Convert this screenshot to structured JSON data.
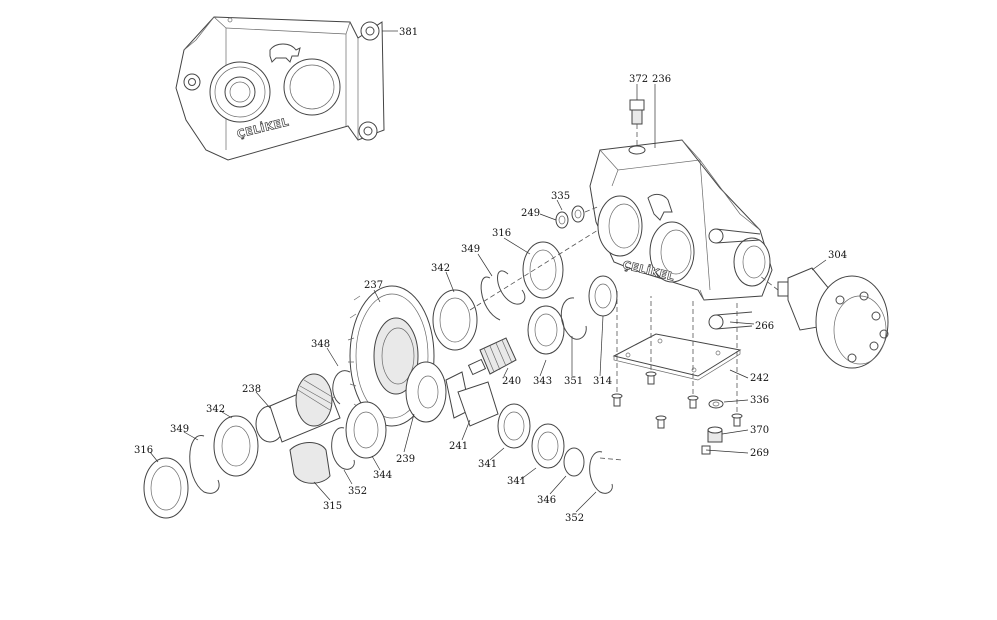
{
  "diagram": {
    "type": "exploded-assembly-view",
    "brand_mark": "ÇELİKEL",
    "part_labels": [
      "381",
      "372",
      "236",
      "335",
      "249",
      "316",
      "349",
      "342",
      "237",
      "348",
      "238",
      "342",
      "349",
      "316",
      "304",
      "266",
      "240",
      "343",
      "351",
      "314",
      "242",
      "336",
      "370",
      "269",
      "239",
      "344",
      "352",
      "315",
      "241",
      "341",
      "341",
      "346",
      "352"
    ]
  }
}
